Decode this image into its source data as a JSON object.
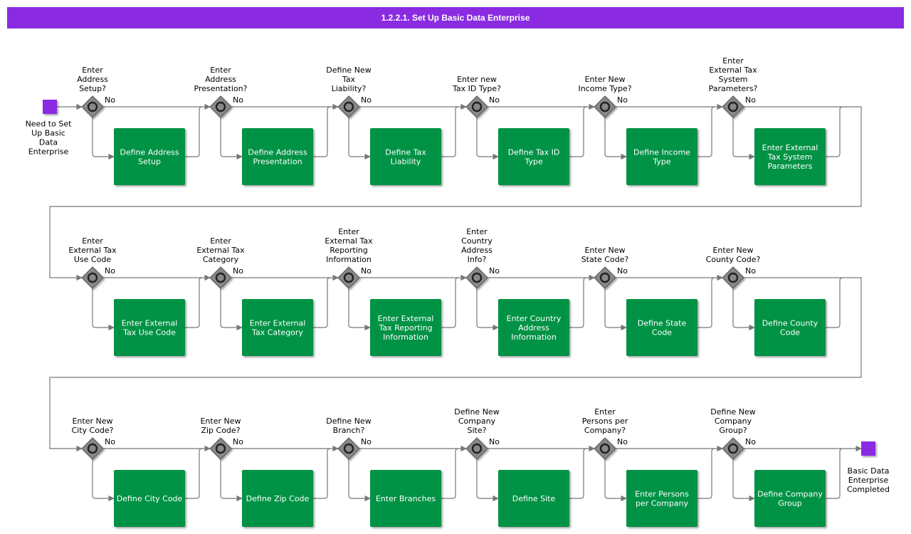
{
  "title": "1.2.2.1. Set Up Basic Data Enterprise",
  "colors": {
    "title_bar": "#8a2be2",
    "task_fill": "#009245",
    "event_fill": "#8a2be2",
    "gateway_fill": "#888888",
    "connector": "#777777"
  },
  "start_event": {
    "label": "Need to Set Up Basic Data Enterprise"
  },
  "end_event": {
    "label": "Basic Data Enterprise Completed"
  },
  "no_label": "No",
  "steps": [
    {
      "question": "Enter Address Setup?",
      "task": "Define Address Setup"
    },
    {
      "question": "Enter Address Presentation?",
      "task": "Define Address Presentation"
    },
    {
      "question": "Define New Tax Liability?",
      "task": "Define Tax Liability"
    },
    {
      "question": "Enter new Tax ID Type?",
      "task": "Define Tax ID Type"
    },
    {
      "question": "Enter New Income Type?",
      "task": "Define Income Type"
    },
    {
      "question": "Enter External Tax System Parameters?",
      "task": "Enter External Tax System Parameters"
    },
    {
      "question": "Enter External Tax Use Code",
      "task": "Enter External Tax Use Code"
    },
    {
      "question": "Enter External Tax Category",
      "task": "Enter External Tax Category"
    },
    {
      "question": "Enter External Tax Reporting Information",
      "task": "Enter External Tax Reporting Information"
    },
    {
      "question": "Enter Country Address Info?",
      "task": "Enter Country Address Information"
    },
    {
      "question": "Enter New State Code?",
      "task": "Define State Code"
    },
    {
      "question": "Enter New County Code?",
      "task": "Define County Code"
    },
    {
      "question": "Enter New City Code?",
      "task": "Define City Code"
    },
    {
      "question": "Enter New Zip Code?",
      "task": "Define Zip Code"
    },
    {
      "question": "Define New Branch?",
      "task": "Enter Branches"
    },
    {
      "question": "Define New Company Site?",
      "task": "Define Site"
    },
    {
      "question": "Enter Persons per Company?",
      "task": "Enter Persons per Company"
    },
    {
      "question": "Define New Company Group?",
      "task": "Define Company Group"
    }
  ]
}
